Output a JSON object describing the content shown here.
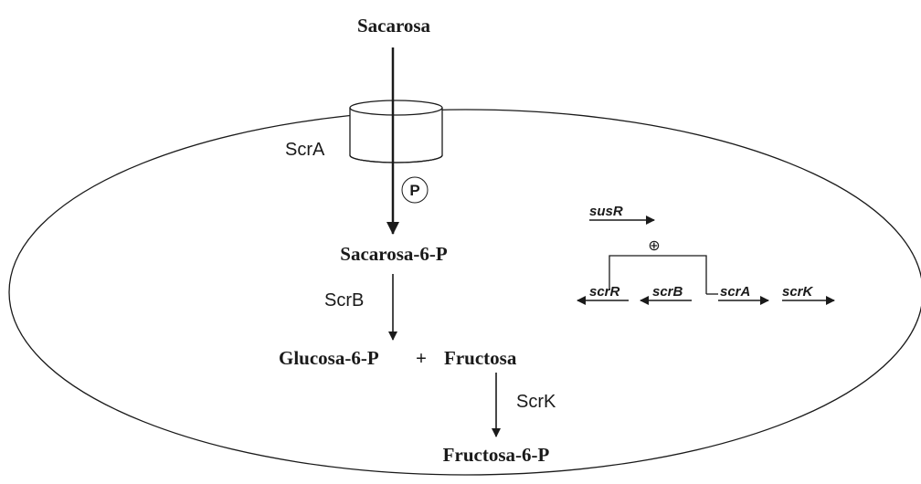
{
  "metabolites": {
    "sucrose": "Sacarosa",
    "sucrose6p": "Sacarosa-6-P",
    "glucose6p": "Glucosa-6-P",
    "plus": "+",
    "fructose": "Fructosa",
    "fructose6p": "Fructosa-6-P"
  },
  "enzymes": {
    "transporter": "ScrA",
    "hydrolase": "ScrB",
    "kinase": "ScrK"
  },
  "phosphate": "P",
  "regulation": {
    "activation_symbol": "⊕"
  },
  "genes": [
    "susR",
    "scrR",
    "scrB",
    "scrA",
    "scrK"
  ],
  "gene_directions": {
    "susR": "right",
    "scrR": "left",
    "scrB": "left",
    "scrA": "right",
    "scrK": "right"
  }
}
